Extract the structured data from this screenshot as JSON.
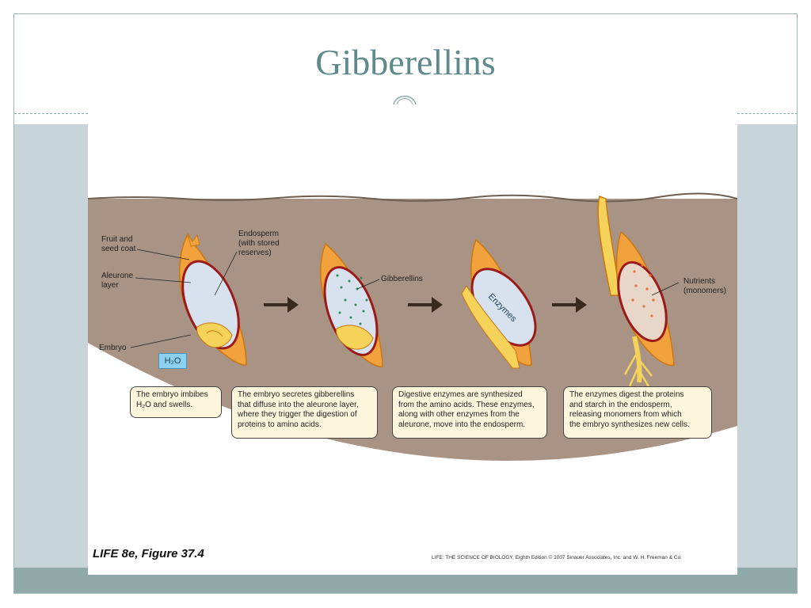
{
  "slide": {
    "title": "Gibberellins"
  },
  "figure": {
    "labels": {
      "fruit_seed_coat": "Fruit and\nseed coat",
      "aleurone_layer": "Aleurone\nlayer",
      "embryo": "Embryo",
      "endosperm": "Endosperm\n(with stored\nreserves)",
      "gibberellins": "Gibberellins",
      "enzymes": "Enzymes",
      "nutrients": "Nutrients\n(monomers)",
      "water": "H₂O"
    },
    "steps": [
      {
        "caption": "The embryo imbibes\nH₂O and swells."
      },
      {
        "caption": "The embryo secretes gibberellins\nthat diffuse into the aleurone layer,\nwhere they trigger the digestion of\nproteins to amino acids."
      },
      {
        "caption": "Digestive enzymes are synthesized\nfrom the amino acids. These enzymes,\nalong with other enzymes from the\naleurone, move into the endosperm."
      },
      {
        "caption": "The enzymes digest the proteins\nand starch in the endosperm,\nreleasing monomers from which\nthe embryo synthesizes new cells."
      }
    ],
    "figure_label": "LIFE 8e, Figure 37.4",
    "credit": "LIFE: THE SCIENCE OF BIOLOGY, Eighth Edition  © 2007 Sinauer Associates, Inc. and W. H. Freeman & Co."
  },
  "colors": {
    "soil": "#a99384",
    "seed_coat": "#f2a23c",
    "aleurone": "#9b1b1b",
    "endosperm": "#d7e2ee",
    "embryo": "#f5d35a",
    "accent": "#5f8a8c"
  }
}
